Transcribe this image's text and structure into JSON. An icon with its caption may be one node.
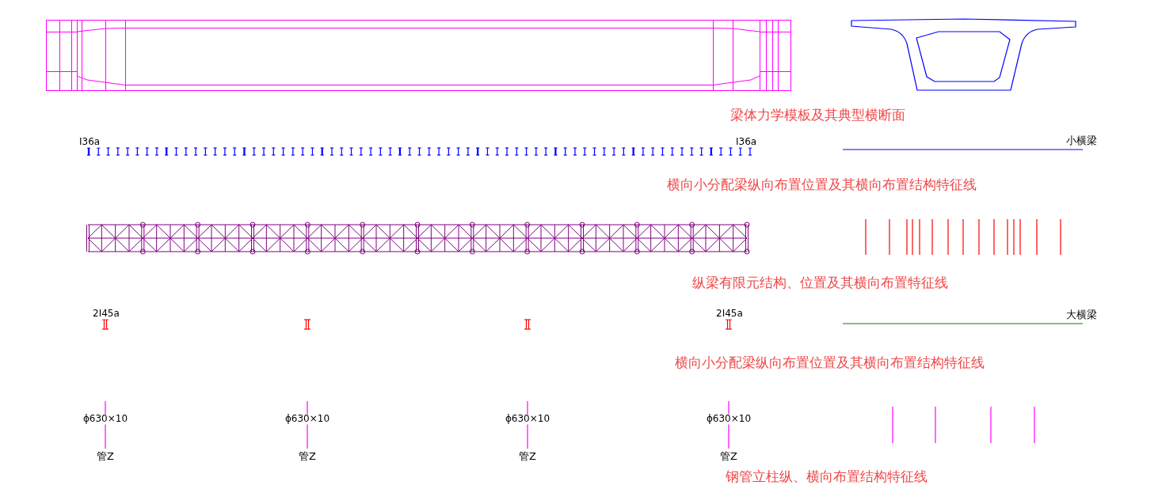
{
  "diagram": {
    "labels": [
      "梁体力学模板及其典型横断面",
      "I36a",
      "I36a",
      "小横梁",
      "横向小分配梁纵向布置位置及其横向布置结构特征线",
      "纵梁有限元结构、位置及其横向布置特征线",
      "2I45a",
      "2I45a",
      "大横梁",
      "横向小分配梁纵向布置位置及其横向布置结构特征线",
      "ϕ630×10",
      "ϕ630×10",
      "ϕ630×10",
      "ϕ630×10",
      "管Z",
      "管Z",
      "管Z",
      "管Z",
      "钢管立柱纵、横向布置结构特征线"
    ]
  }
}
